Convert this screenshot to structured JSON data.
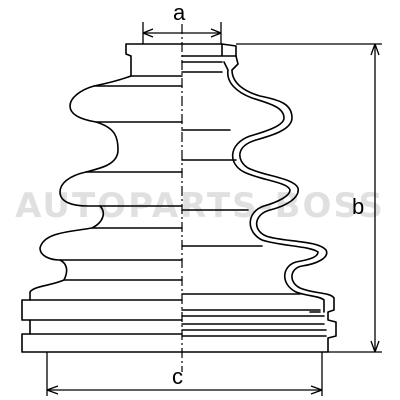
{
  "dimensions": {
    "a": "a",
    "b": "b",
    "c": "c"
  },
  "watermark": "AUTOPARTS-BOSS",
  "colors": {
    "stroke": "#000000",
    "background": "#ffffff"
  }
}
